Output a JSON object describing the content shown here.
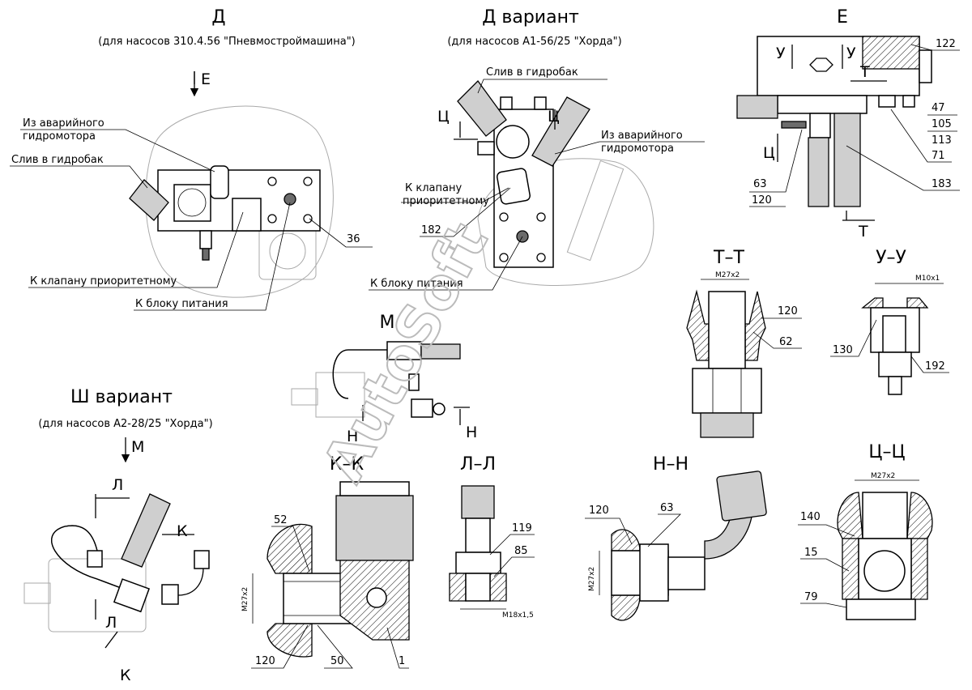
{
  "view_d": {
    "title": "Д",
    "subtitle": "(для насосов 310.4.56 \"Пневмостроймашина\")",
    "section_mark": "Е",
    "labels": [
      "Из аварийного",
      "гидромотора",
      "Слив в гидробак",
      "К клапану приоритетному",
      "К блоку питания"
    ],
    "pos": "36"
  },
  "view_d_var": {
    "title": "Д вариант",
    "subtitle": "(для насосов А1-56/25 \"Хорда\")",
    "labels": [
      "Слив в гидробак",
      "Из аварийного",
      "гидромотора",
      "К клапану",
      "приоритетному",
      "К блоку питания"
    ],
    "marks": [
      "Ц",
      "Ц"
    ],
    "pos": "182"
  },
  "view_e": {
    "title": "Е",
    "marks": [
      "У",
      "У",
      "Т",
      "Ц",
      "Т"
    ],
    "positions": [
      "122",
      "47",
      "105",
      "113",
      "71",
      "183",
      "63",
      "120"
    ]
  },
  "section_tt": {
    "title": "Т–Т",
    "thread": "М27х2",
    "positions": [
      "120",
      "62"
    ]
  },
  "section_uu": {
    "title": "У–У",
    "thread": "М10х1",
    "positions": [
      "130",
      "192"
    ]
  },
  "view_m": {
    "title": "М",
    "marks": [
      "Н",
      "Н"
    ]
  },
  "view_sh": {
    "title": "Ш вариант",
    "subtitle": "(для насосов А2-28/25 \"Хорда\")",
    "marks": [
      "М",
      "Л",
      "К",
      "Л",
      "К"
    ]
  },
  "section_kk": {
    "title": "К–К",
    "thread": "М27х2",
    "positions": [
      "52",
      "120",
      "50",
      "1"
    ]
  },
  "section_ll": {
    "title": "Л–Л",
    "thread": "М18х1,5",
    "positions": [
      "119",
      "85"
    ]
  },
  "section_nn": {
    "title": "Н–Н",
    "thread": "М27х2",
    "positions": [
      "120",
      "63"
    ]
  },
  "section_cc": {
    "title": "Ц–Ц",
    "thread": "М27х2",
    "positions": [
      "140",
      "15",
      "79"
    ]
  },
  "watermark": "AutoSoft"
}
